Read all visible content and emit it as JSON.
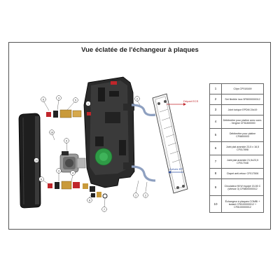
{
  "title": "Vue éclatée de l'échangeur à plaques",
  "labels": {
    "depart": "Départ ECS",
    "arrivee": "Arrivée EF"
  },
  "callouts": [
    "1",
    "2",
    "3",
    "4",
    "5",
    "6",
    "7",
    "8",
    "9",
    "10"
  ],
  "legend": [
    {
      "n": "1",
      "text": "Clips CP018169"
    },
    {
      "n": "2",
      "text": "Set flexible inox 5F8000000012"
    },
    {
      "n": "3",
      "text": "Joint torique EPDM 24x19"
    },
    {
      "n": "4",
      "text": "Débitmètre pour platine avec conn. - Vergine CF81800000"
    },
    {
      "n": "5",
      "text": "Débitmètre pour platine CF8800003"
    },
    {
      "n": "6",
      "text": "Joint plat aramide 23,5 x 16,5 CF017898"
    },
    {
      "n": "7",
      "text": "Joint plat aramide 21,5x23,5 CF017048"
    },
    {
      "n": "8",
      "text": "Clapet anti-retour CF017506"
    },
    {
      "n": "9",
      "text": "Circulateur fill W équipé 15-50 C (vitesse 3) CF8800000012"
    },
    {
      "n": "10",
      "text": "Échangeur à plaques COMBI + isolant CF8100000012 + CF8100000012"
    }
  ],
  "colors": {
    "accent_red": "#c0262b",
    "accent_blue": "#2d4fa3",
    "pump_green": "#2f9a46",
    "brass": "#c99a3a"
  }
}
